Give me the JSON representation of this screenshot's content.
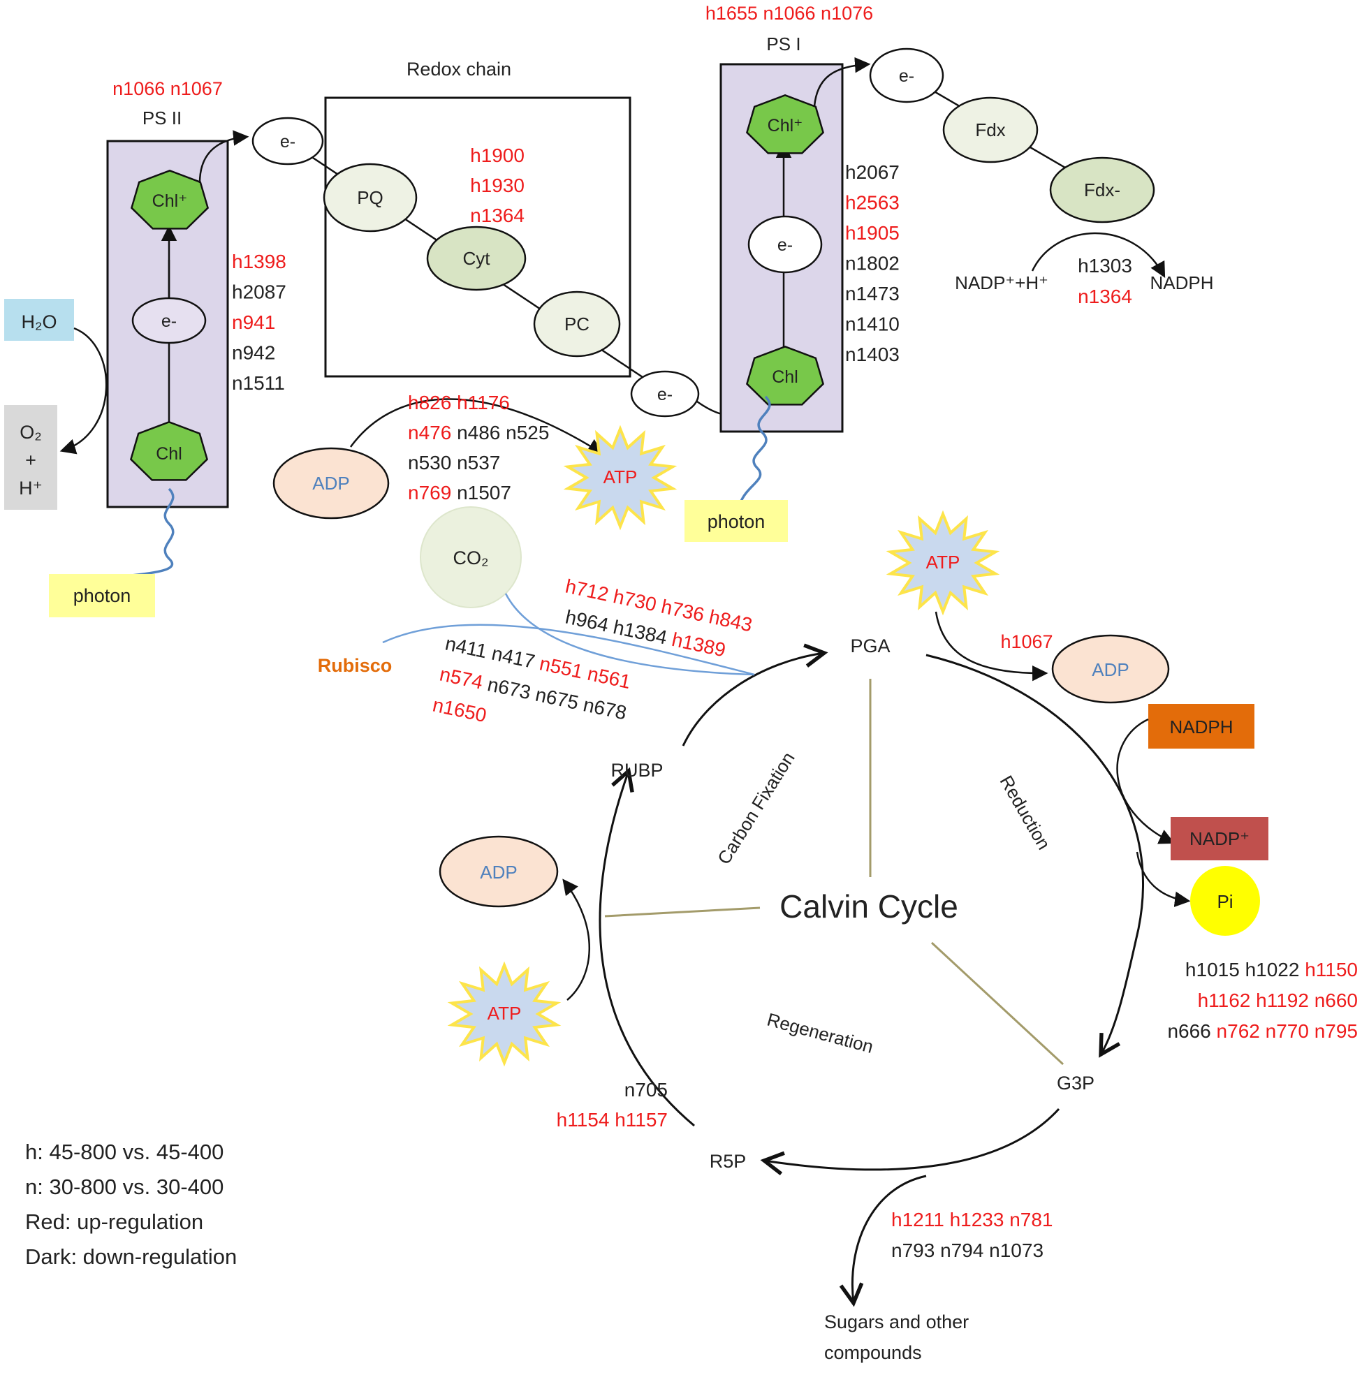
{
  "colors": {
    "up": "#ee1c1c",
    "down": "#222222",
    "ps_panel": "#dcd6ea",
    "chl": "#78c84a",
    "carrier": "#d8e4c4",
    "adp": "#fbe3d2",
    "atp_star": "#fde44a",
    "atp_fill": "#c9d9ee",
    "photon": "#ffff99",
    "h2o": "#b7dfee",
    "o2": "#d9d9d9",
    "nadph": "#e36c0a",
    "nadp": "#c0504d",
    "pi": "#ffff00",
    "rubisco": "#e36c0a",
    "adp_text": "#4f81bd",
    "co2": "#ebf1de",
    "spoke": "#a39b6a",
    "photon_wave": "#4f81bd",
    "co2_line": "#6f9fd8"
  },
  "light": {
    "ps2": {
      "title": "PS II",
      "genes": [
        {
          "t": "n1066",
          "up": true
        },
        {
          "t": "n1067",
          "up": true
        }
      ],
      "side_genes": [
        {
          "t": "h1398",
          "up": true
        },
        {
          "t": "h2087",
          "up": false
        },
        {
          "t": "n941",
          "up": true
        },
        {
          "t": "n942",
          "up": false
        },
        {
          "t": "n1511",
          "up": false
        }
      ],
      "chl_top": "Chl⁺",
      "e": "e-",
      "chl_bottom": "Chl"
    },
    "redox": {
      "title": "Redox chain",
      "e_in": "e-",
      "pq": "PQ",
      "cyt": "Cyt",
      "pc": "PC",
      "e_out": "e-",
      "genes": [
        {
          "t": "h1900",
          "up": true
        },
        {
          "t": "h1930",
          "up": true
        },
        {
          "t": "n1364",
          "up": true
        }
      ]
    },
    "ps1": {
      "title": "PS I",
      "genes": [
        {
          "t": "h1655",
          "up": true
        },
        {
          "t": "n1066",
          "up": true
        },
        {
          "t": "n1076",
          "up": true
        }
      ],
      "side_genes": [
        {
          "t": "h2067",
          "up": false
        },
        {
          "t": "h2563",
          "up": true
        },
        {
          "t": "h1905",
          "up": true
        },
        {
          "t": "n1802",
          "up": false
        },
        {
          "t": "n1473",
          "up": false
        },
        {
          "t": "n1410",
          "up": false
        },
        {
          "t": "n1403",
          "up": false
        }
      ],
      "chl_top": "Chl⁺",
      "e": "e-",
      "chl_bottom": "Chl"
    },
    "fdx": {
      "e": "e-",
      "fdx": "Fdx",
      "fdx_minus": "Fdx-",
      "nadp_in": "NADP⁺+H⁺",
      "nadph_out": "NADPH",
      "genes": [
        {
          "t": "h1303",
          "up": false
        },
        {
          "t": "n1364",
          "up": true
        }
      ]
    },
    "water": {
      "h2o": "H₂O",
      "o2": "O₂",
      "plus": "+",
      "h": "H⁺"
    },
    "photon": "photon",
    "atp_synthase": {
      "adp": "ADP",
      "atp": "ATP",
      "genes": [
        [
          {
            "t": "h826",
            "up": true
          },
          {
            "t": "h1176",
            "up": true
          }
        ],
        [
          {
            "t": "n476",
            "up": true
          },
          {
            "t": "n486",
            "up": false
          },
          {
            "t": "n525",
            "up": false
          }
        ],
        [
          {
            "t": "n530",
            "up": false
          },
          {
            "t": "n537",
            "up": false
          }
        ],
        [
          {
            "t": "n769",
            "up": true
          },
          {
            "t": "n1507",
            "up": false
          }
        ]
      ]
    }
  },
  "calvin": {
    "title": "Calvin Cycle",
    "pga": "PGA",
    "rubp": "RUBP",
    "g3p": "G3P",
    "r5p": "R5P",
    "carbon_fixation": "Carbon Fixation",
    "reduction": "Reduction",
    "regeneration": "Regeneration",
    "co2": "CO₂",
    "rubisco": "Rubisco",
    "rubisco_genes": [
      [
        {
          "t": "h712",
          "up": true
        },
        {
          "t": "h730",
          "up": true
        },
        {
          "t": "h736",
          "up": true
        },
        {
          "t": "h843",
          "up": true
        }
      ],
      [
        {
          "t": "h964",
          "up": false
        },
        {
          "t": "h1384",
          "up": false
        },
        {
          "t": "h1389",
          "up": true
        }
      ]
    ],
    "fixation_genes": [
      [
        {
          "t": "n411",
          "up": false
        },
        {
          "t": "n417",
          "up": false
        },
        {
          "t": "n551",
          "up": true
        },
        {
          "t": "n561",
          "up": true
        }
      ],
      [
        {
          "t": "n574",
          "up": true
        },
        {
          "t": "n673",
          "up": false
        },
        {
          "t": "n675",
          "up": false
        },
        {
          "t": "n678",
          "up": false
        }
      ],
      [
        {
          "t": "n1650",
          "up": true
        }
      ]
    ],
    "atp_top": "ATP",
    "adp_top": "ADP",
    "atp_top_gene": {
      "t": "h1067",
      "up": true
    },
    "nadph": "NADPH",
    "nadp": "NADP⁺",
    "pi": "Pi",
    "reduction_genes": [
      [
        {
          "t": "h1015",
          "up": false
        },
        {
          "t": "h1022",
          "up": false
        },
        {
          "t": "h1150",
          "up": true
        }
      ],
      [
        {
          "t": "h1162",
          "up": true
        },
        {
          "t": "h1192",
          "up": true
        },
        {
          "t": "n660",
          "up": true
        }
      ],
      [
        {
          "t": "n666",
          "up": false
        },
        {
          "t": "n762",
          "up": true
        },
        {
          "t": "n770",
          "up": true
        },
        {
          "t": "n795",
          "up": true
        }
      ]
    ],
    "atp_left": "ATP",
    "adp_left": "ADP",
    "regen_genes": [
      [
        {
          "t": "n705",
          "up": false
        }
      ],
      [
        {
          "t": "h1154",
          "up": true
        },
        {
          "t": "h1157",
          "up": true
        }
      ]
    ],
    "sugar_genes": [
      [
        {
          "t": "h1211",
          "up": true
        },
        {
          "t": "h1233",
          "up": true
        },
        {
          "t": "n781",
          "up": true
        }
      ],
      [
        {
          "t": "n793",
          "up": false
        },
        {
          "t": "n794",
          "up": false
        },
        {
          "t": "n1073",
          "up": false
        }
      ]
    ],
    "sugars": [
      "Sugars and other",
      "compounds"
    ]
  },
  "legend": [
    "h: 45-800 vs. 45-400",
    "n: 30-800 vs. 30-400",
    "Red: up-regulation",
    "Dark: down-regulation"
  ]
}
